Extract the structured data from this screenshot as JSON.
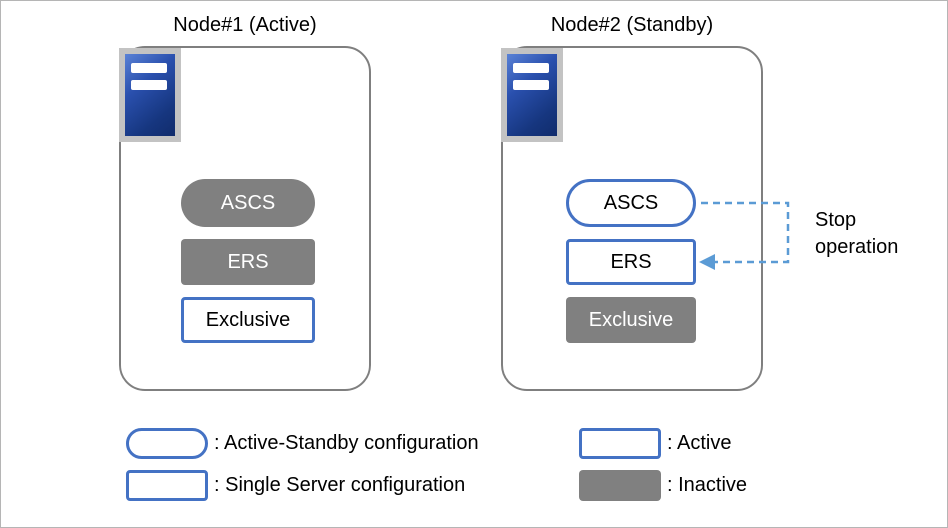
{
  "diagram": {
    "nodes": [
      {
        "title": "Node#1 (Active)",
        "items": [
          {
            "label": "ASCS",
            "shape": "pill",
            "state": "inactive"
          },
          {
            "label": "ERS",
            "shape": "rect",
            "state": "inactive"
          },
          {
            "label": "Exclusive",
            "shape": "rect",
            "state": "active"
          }
        ]
      },
      {
        "title": "Node#2 (Standby)",
        "items": [
          {
            "label": "ASCS",
            "shape": "pill",
            "state": "active"
          },
          {
            "label": "ERS",
            "shape": "rect",
            "state": "active"
          },
          {
            "label": "Exclusive",
            "shape": "rect",
            "state": "inactive"
          }
        ]
      }
    ],
    "annotation": "Stop\noperation",
    "legend": [
      {
        "label": ": Active-Standby configuration",
        "shape": "pill",
        "state": "active"
      },
      {
        "label": ": Single Server configuration",
        "shape": "rect",
        "state": "active"
      },
      {
        "label": ": Active",
        "shape": "rect",
        "state": "active"
      },
      {
        "label": ": Inactive",
        "shape": "rect",
        "state": "inactive"
      }
    ],
    "colors": {
      "border_blue": "#4472C4",
      "inactive_gray": "#808080",
      "arrow_blue": "#5B9BD5",
      "container_gray": "#7F7F7F"
    }
  }
}
